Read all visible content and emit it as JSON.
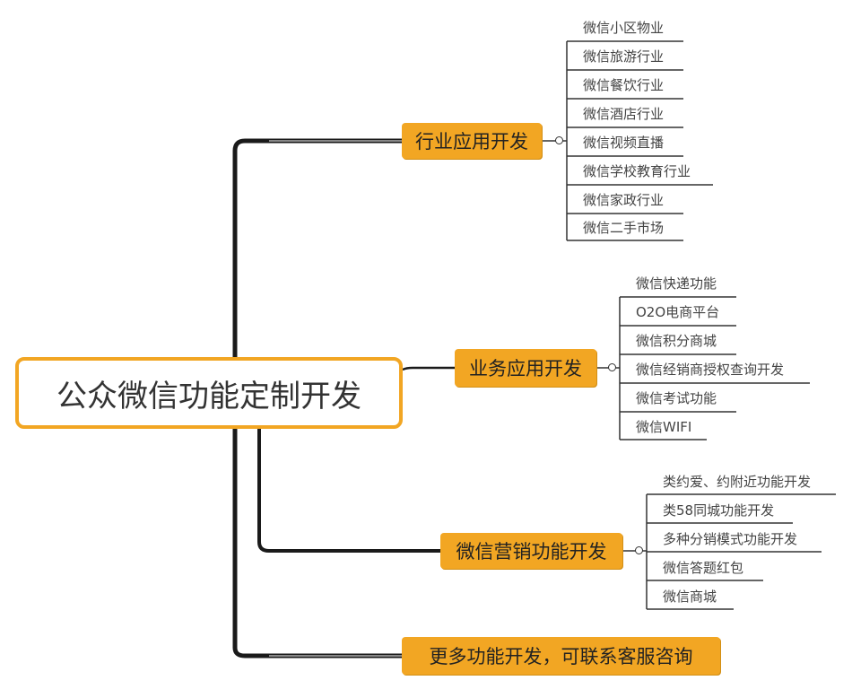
{
  "root": {
    "label": "公众微信功能定制开发"
  },
  "branches": [
    {
      "label": "行业应用开发",
      "leaves": [
        "微信小区物业",
        "微信旅游行业",
        "微信餐饮行业",
        "微信酒店行业",
        "微信视频直播",
        "微信学校教育行业",
        "微信家政行业",
        "微信二手市场"
      ]
    },
    {
      "label": "业务应用开发",
      "leaves": [
        "微信快递功能",
        "O2O电商平台",
        "微信积分商城",
        "微信经销商授权查询开发",
        "微信考试功能",
        "微信WIFI"
      ]
    },
    {
      "label": "微信营销功能开发",
      "leaves": [
        "类约爱、约附近功能开发",
        "类58同城功能开发",
        "多种分销模式功能开发",
        "微信答题红包",
        "微信商城"
      ]
    },
    {
      "label": "更多功能开发，可联系客服咨询",
      "leaves": []
    }
  ],
  "colors": {
    "accent": "#f2a623",
    "trunk": "#1a1a1a",
    "line": "#777777"
  }
}
